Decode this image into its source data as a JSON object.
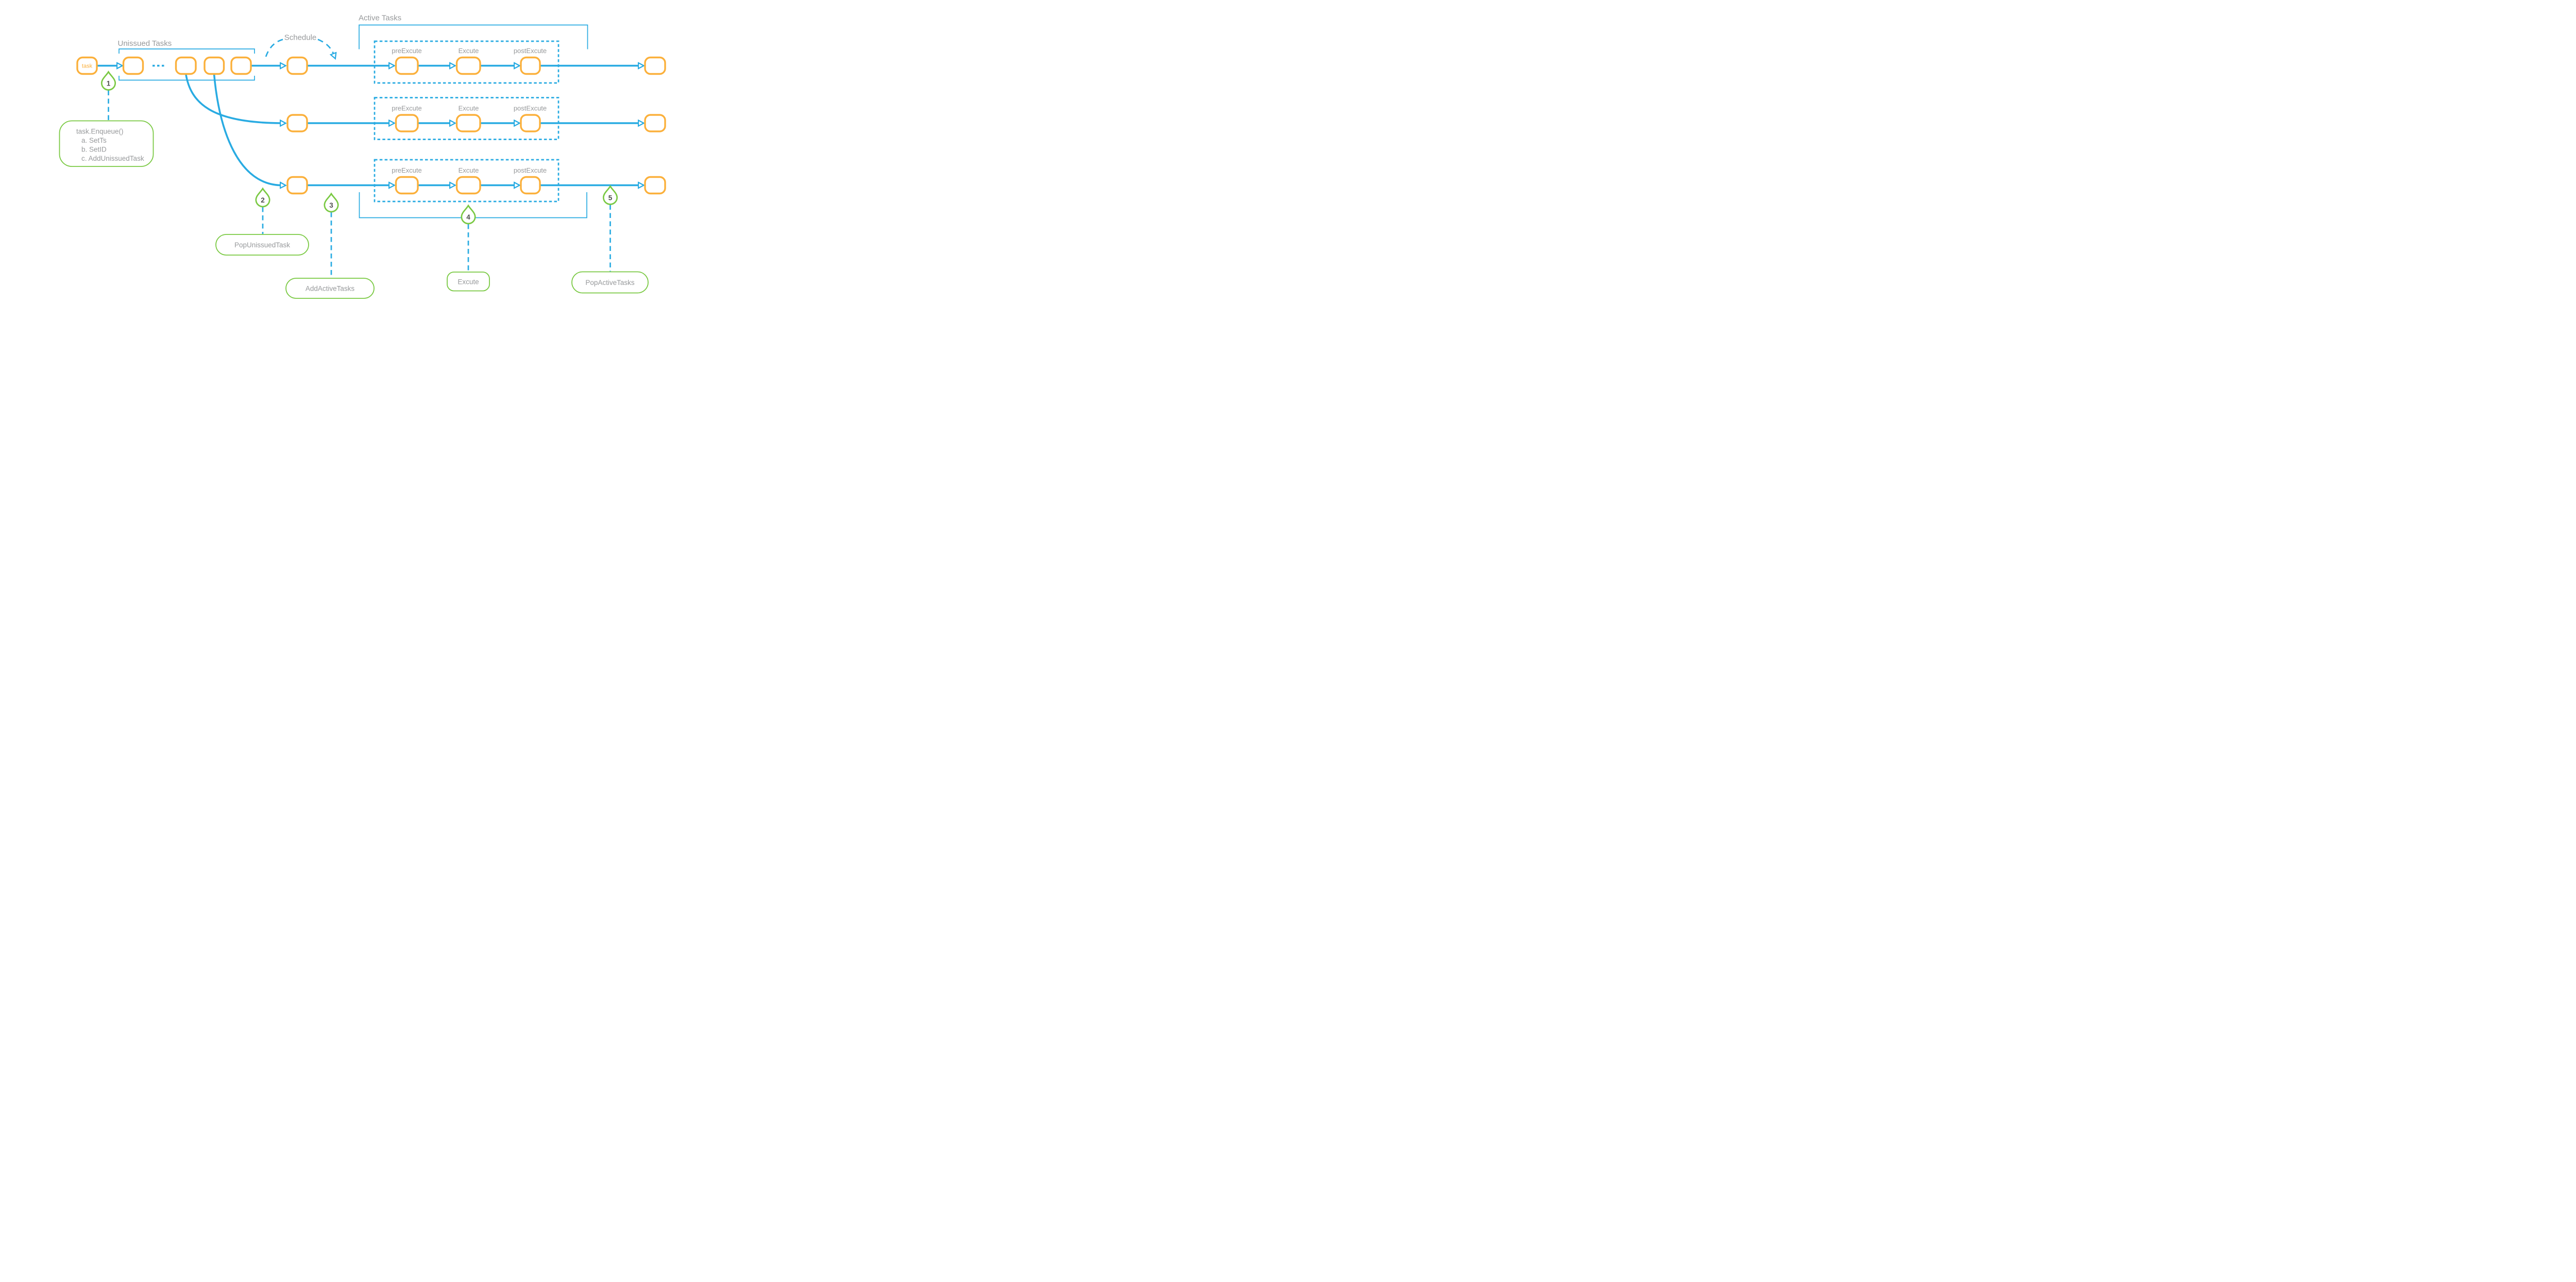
{
  "colors": {
    "blue": "#29ABE2",
    "orange": "#FBB03B",
    "green": "#7AC943",
    "gray": "#97999B",
    "dark": "#4D4D4D"
  },
  "task_node": {
    "label": "task"
  },
  "sections": {
    "unissued_tasks": "Unissued Tasks",
    "schedule": "Schedule",
    "active_tasks": "Active Tasks"
  },
  "pipeline_labels": {
    "pre": "preExcute",
    "exec": "Excute",
    "post": "postExcute"
  },
  "annotations": [
    {
      "num": "1",
      "lines": [
        "task.Enqueue()",
        "a. SetTs",
        "b. SetID",
        "c. AddUnissuedTask"
      ]
    },
    {
      "num": "2",
      "label": "PopUnissuedTask"
    },
    {
      "num": "3",
      "label": "AddActiveTasks"
    },
    {
      "num": "4",
      "label": "Excute"
    },
    {
      "num": "5",
      "label": "PopActiveTasks"
    }
  ]
}
